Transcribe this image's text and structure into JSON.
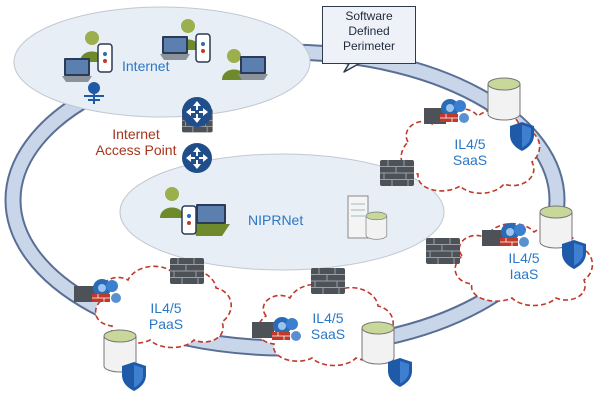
{
  "labels": {
    "internet": "Internet",
    "internet_access_point_1": "Internet",
    "internet_access_point_2": "Access Point",
    "niprnet": "NIPRNet",
    "sdp_1": "Software",
    "sdp_2": "Defined",
    "sdp_3": "Perimeter",
    "saas_top_1": "IL4/5",
    "saas_top_2": "SaaS",
    "iaas_1": "IL4/5",
    "iaas_2": "IaaS",
    "saas_bottom_1": "IL4/5",
    "saas_bottom_2": "SaaS",
    "paas_1": "IL4/5",
    "paas_2": "PaaS"
  },
  "colors": {
    "ring_fill": "#c9d6ea",
    "ring_stroke": "#5a6f95",
    "ellipse_fill": "#e8eef6",
    "cloud_stroke": "#c0392b",
    "shield": "#1f5aa8",
    "firewall": "#555a60",
    "cylinder_top": "#c8d79a",
    "label_blue": "#2b78c4",
    "label_red": "#a8341b"
  },
  "icons": [
    "user-laptop-icon",
    "router-icon",
    "firewall-icon",
    "database-icon",
    "shield-icon",
    "cloud-icon",
    "server-icon"
  ]
}
